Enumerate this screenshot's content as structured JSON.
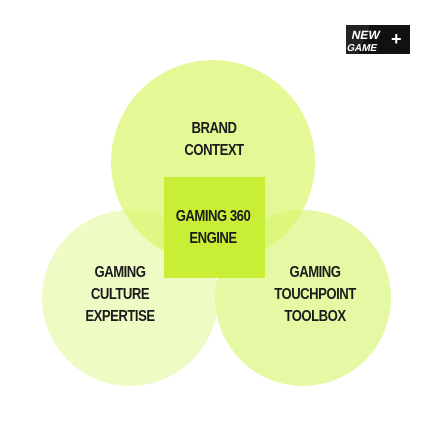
{
  "logo": {
    "top_text": "NEW",
    "bottom_text": "GAME",
    "plus": "+"
  },
  "diagram": {
    "brand_context": [
      "BRAND",
      "CONTEXT"
    ],
    "center": [
      "GAMING 360",
      "ENGINE"
    ],
    "gaming_culture": [
      "GAMING",
      "CULTURE",
      "EXPERTISE"
    ],
    "touchpoint": [
      "GAMING",
      "TOUCHPOINT",
      "TOOLBOX"
    ]
  },
  "colors": {
    "circle_top": "#dcf77a",
    "circle_left": "#eefbc2",
    "circle_right": "#e6f99b",
    "center_square": "#c8ef35",
    "logo_bg": "#111111",
    "logo_fg": "#ffffff"
  }
}
